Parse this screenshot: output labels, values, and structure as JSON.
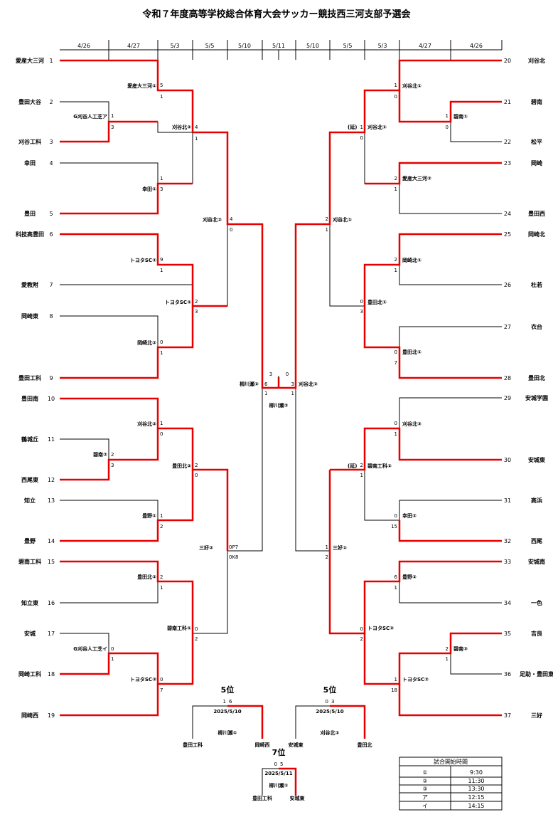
{
  "title": "令和７年度高等学校総合体育大会サッカー競技西三河支部予選会",
  "dates": [
    "4/26",
    "4/27",
    "5/3",
    "5/5",
    "5/10",
    "5/11",
    "5/10",
    "5/5",
    "5/3",
    "4/27",
    "4/26"
  ],
  "teams_left": [
    {
      "no": "1",
      "name": "愛産大三河"
    },
    {
      "no": "2",
      "name": "豊田大谷"
    },
    {
      "no": "3",
      "name": "刈谷工科"
    },
    {
      "no": "4",
      "name": "幸田"
    },
    {
      "no": "5",
      "name": "豊田"
    },
    {
      "no": "6",
      "name": "科技高豊田"
    },
    {
      "no": "7",
      "name": "愛教附"
    },
    {
      "no": "8",
      "name": "岡崎東"
    },
    {
      "no": "9",
      "name": "豊田工科"
    },
    {
      "no": "10",
      "name": "豊田南"
    },
    {
      "no": "11",
      "name": "鶴城丘"
    },
    {
      "no": "12",
      "name": "西尾東"
    },
    {
      "no": "13",
      "name": "知立"
    },
    {
      "no": "14",
      "name": "豊野"
    },
    {
      "no": "15",
      "name": "碧南工科"
    },
    {
      "no": "16",
      "name": "知立東"
    },
    {
      "no": "17",
      "name": "安城"
    },
    {
      "no": "18",
      "name": "岡崎工科"
    },
    {
      "no": "19",
      "name": "岡崎西"
    }
  ],
  "teams_right": [
    {
      "no": "20",
      "name": "刈谷北"
    },
    {
      "no": "21",
      "name": "碧南"
    },
    {
      "no": "22",
      "name": "松平"
    },
    {
      "no": "23",
      "name": "岡崎"
    },
    {
      "no": "24",
      "name": "豊田西"
    },
    {
      "no": "25",
      "name": "岡崎北"
    },
    {
      "no": "26",
      "name": "杜若"
    },
    {
      "no": "27",
      "name": "衣台"
    },
    {
      "no": "28",
      "name": "豊田北"
    },
    {
      "no": "29",
      "name": "安城学園"
    },
    {
      "no": "30",
      "name": "安城東"
    },
    {
      "no": "31",
      "name": "高浜"
    },
    {
      "no": "32",
      "name": "西尾"
    },
    {
      "no": "33",
      "name": "安城南"
    },
    {
      "no": "34",
      "name": "一色"
    },
    {
      "no": "35",
      "name": "吉良"
    },
    {
      "no": "36",
      "name": "足助・豊田東"
    },
    {
      "no": "37",
      "name": "三好"
    }
  ],
  "match_labels": {
    "m_a": "G刈谷人工芝ア",
    "m_b": "愛産大三河①",
    "m_c": "刈谷北②",
    "m_d": "幸田①",
    "m_e": "刈谷北②",
    "m_f": "トヨタSC①",
    "m_g": "トヨタSC①",
    "m_h": "岡崎北②",
    "m_i": "刈谷北②",
    "m_j": "碧南②",
    "m_k": "豊田北②",
    "m_l": "豊野①",
    "m_m": "三好②",
    "m_n": "豊田北②",
    "m_o": "碧南工科①",
    "m_p": "G刈谷人工芝イ",
    "m_q": "トヨタSC③",
    "m_r": "刈谷北①",
    "m_s": "碧南①",
    "m_t": "刈谷北①",
    "m_t_prefix": "(延)",
    "m_u": "愛産大三河②",
    "m_v": "刈谷北①",
    "m_w": "岡崎北①",
    "m_x": "豊田北①",
    "m_y": "豊田北①",
    "m_z": "刈谷北③",
    "m_aa": "碧南工科②",
    "m_aa_prefix": "(延)",
    "m_ab": "幸田②",
    "m_ac": "三好①",
    "m_ad": "豊野②",
    "m_ae": "トヨタSC②",
    "m_af": "碧南③",
    "m_ag": "トヨタSC②",
    "final_left": "柳川瀬②",
    "final_right": "刈谷北②",
    "final_below": "柳川瀬②"
  },
  "scores": {
    "r1_3": [
      "5",
      "1"
    ],
    "r1_2": [
      "1",
      "3"
    ],
    "r2_1": [
      "4",
      "1"
    ],
    "r1_4": [
      "1",
      "3"
    ],
    "r3_1": [
      "4",
      "0"
    ],
    "r1_6": [
      "9",
      "1"
    ],
    "r2_2": [
      "2",
      "3"
    ],
    "r1_9": [
      "0",
      "1"
    ],
    "r1_10": [
      "1",
      "0"
    ],
    "r1_11": [
      "2",
      "3"
    ],
    "r2_3": [
      "2",
      "0"
    ],
    "r1_13": [
      "1",
      "2"
    ],
    "r3_2": [
      "0P7",
      "0K8"
    ],
    "r1_15": [
      "2",
      "1"
    ],
    "r2_4": [
      "0",
      "2"
    ],
    "r1_17": [
      "0",
      "1"
    ],
    "r1_19": [
      "0",
      "7"
    ],
    "r1_20": [
      "1",
      "0"
    ],
    "r1_21": [
      "1",
      "0"
    ],
    "r2_5": [
      "1",
      "0"
    ],
    "r1_23": [
      "2",
      "1"
    ],
    "r3_3": [
      "2",
      "1"
    ],
    "r1_25": [
      "2",
      "1"
    ],
    "r2_6": [
      "0",
      "3"
    ],
    "r1_27": [
      "0",
      "7"
    ],
    "r1_29": [
      "0",
      "1"
    ],
    "r2_7": [
      "2",
      "1"
    ],
    "r1_31": [
      "0",
      "15"
    ],
    "r3_4": [
      "1",
      "2"
    ],
    "r1_33": [
      "6",
      "1"
    ],
    "r2_8": [
      "0",
      "2"
    ],
    "r1_35": [
      "2",
      "1"
    ],
    "r1_37": [
      "1",
      "18"
    ],
    "semi_l": [
      "6",
      "1"
    ],
    "semi_r": [
      "3",
      "1"
    ],
    "final": [
      "3",
      "0"
    ]
  },
  "placement": {
    "p5a": {
      "title": "5位",
      "scores": [
        "1",
        "6"
      ],
      "date": "2025/5/10",
      "venue": "柳川瀬①",
      "left": "豊田工科",
      "right": "岡崎西"
    },
    "p5b": {
      "title": "5位",
      "scores": [
        "0",
        "3"
      ],
      "date": "2025/5/10",
      "venue": "刈谷北①",
      "left": "安城東",
      "right": "豊田北"
    },
    "p7": {
      "title": "7位",
      "scores": [
        "0",
        "5"
      ],
      "date": "2025/5/11",
      "venue": "柳川瀬①",
      "left": "豊田工科",
      "right": "安城東"
    }
  },
  "schedule": {
    "title": "試合開始時間",
    "rows": [
      {
        "mark": "①",
        "time": "9:30"
      },
      {
        "mark": "②",
        "time": "11:30"
      },
      {
        "mark": "③",
        "time": "13:30"
      },
      {
        "mark": "ア",
        "time": "12:15"
      },
      {
        "mark": "イ",
        "time": "14:15"
      }
    ]
  },
  "colors": {
    "winner": "#e60000",
    "line": "#000000"
  }
}
